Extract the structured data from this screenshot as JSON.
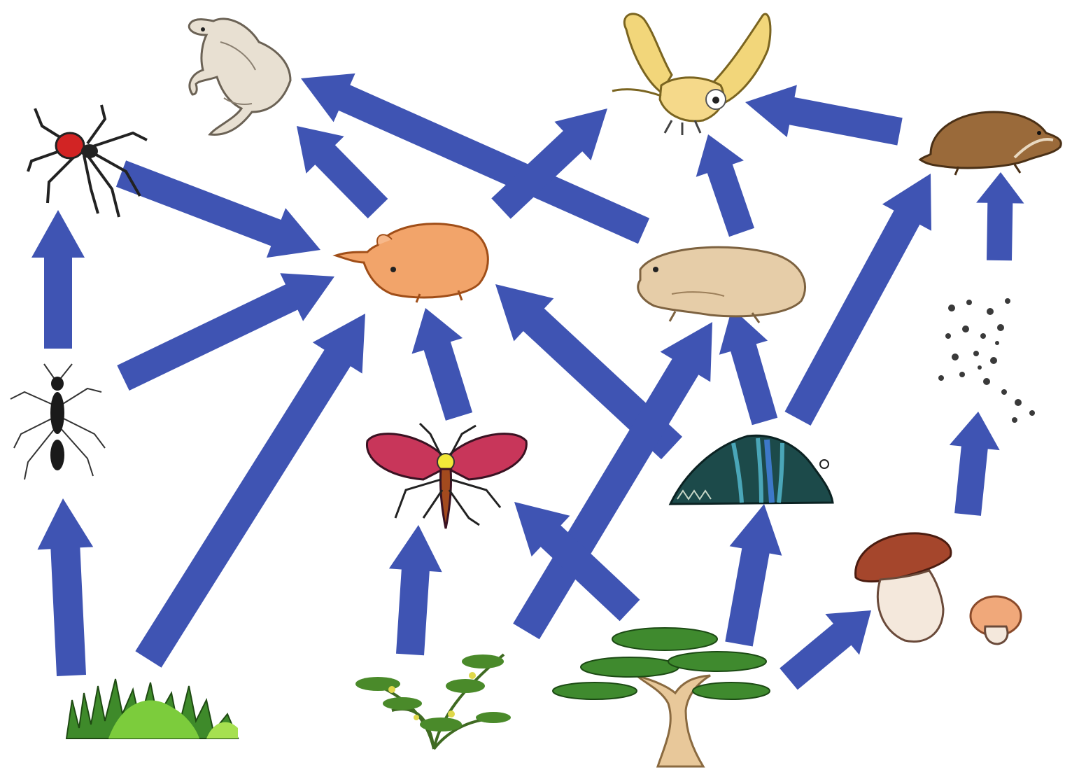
{
  "diagram": {
    "kind": "food-web",
    "arrow_color": "#3f54b3",
    "organisms": [
      {
        "id": "stoat",
        "icon": "stoat-icon"
      },
      {
        "id": "owl",
        "icon": "owl-icon"
      },
      {
        "id": "spider",
        "icon": "spider-icon"
      },
      {
        "id": "shrew",
        "icon": "shrew-icon"
      },
      {
        "id": "mouse",
        "icon": "mouse-icon"
      },
      {
        "id": "vole",
        "icon": "vole-icon"
      },
      {
        "id": "ant",
        "icon": "ant-icon"
      },
      {
        "id": "moth",
        "icon": "moth-icon"
      },
      {
        "id": "caterpillar",
        "icon": "caterpillar-icon"
      },
      {
        "id": "decomposers",
        "icon": "decomposers-icon"
      },
      {
        "id": "mushrooms",
        "icon": "mushrooms-icon"
      },
      {
        "id": "grass",
        "icon": "grass-icon"
      },
      {
        "id": "shrub",
        "icon": "shrub-icon"
      },
      {
        "id": "tree",
        "icon": "tree-icon"
      }
    ],
    "links": [
      {
        "from": "grass",
        "to": "ant"
      },
      {
        "from": "ant",
        "to": "spider"
      },
      {
        "from": "spider",
        "to": "mouse"
      },
      {
        "from": "ant",
        "to": "mouse"
      },
      {
        "from": "grass",
        "to": "mouse"
      },
      {
        "from": "mouse",
        "to": "stoat"
      },
      {
        "from": "moth",
        "to": "mouse"
      },
      {
        "from": "shrub",
        "to": "moth"
      },
      {
        "from": "caterpillar",
        "to": "mouse"
      },
      {
        "from": "shrub",
        "to": "vole"
      },
      {
        "from": "vole",
        "to": "stoat"
      },
      {
        "from": "tree",
        "to": "moth"
      },
      {
        "from": "mouse",
        "to": "owl"
      },
      {
        "from": "vole",
        "to": "owl"
      },
      {
        "from": "caterpillar",
        "to": "vole"
      },
      {
        "from": "tree",
        "to": "caterpillar"
      },
      {
        "from": "caterpillar",
        "to": "shrew"
      },
      {
        "from": "shrew",
        "to": "owl"
      },
      {
        "from": "tree",
        "to": "mushrooms"
      },
      {
        "from": "mushrooms",
        "to": "decomposers"
      },
      {
        "from": "decomposers",
        "to": "shrew"
      }
    ]
  }
}
